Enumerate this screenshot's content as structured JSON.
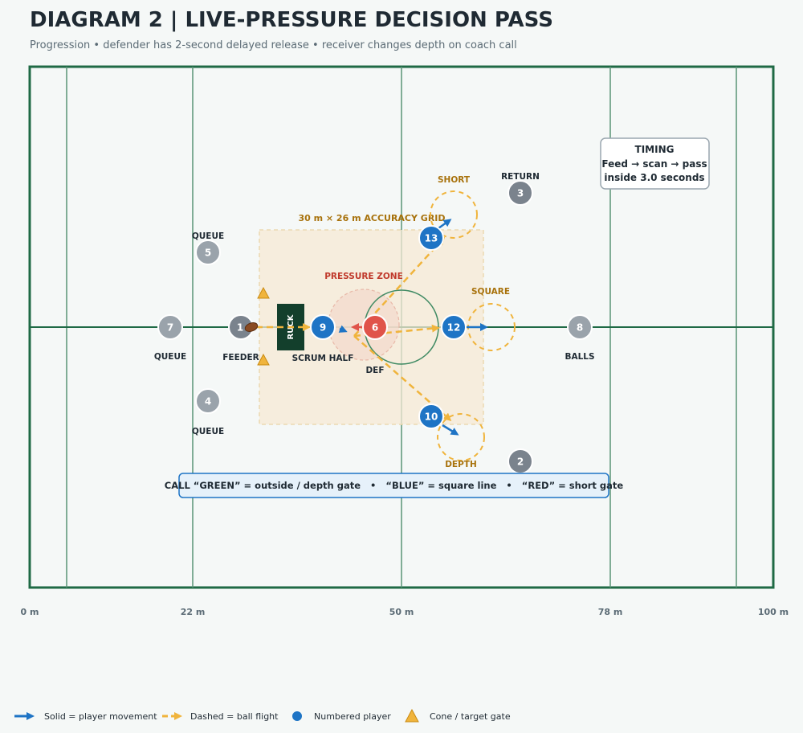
{
  "header": {
    "title": "DIAGRAM 2  |  LIVE-PRESSURE DECISION PASS",
    "subtitle": "Progression • defender has 2-second delayed release • receiver changes depth on coach call"
  },
  "colors": {
    "field_line": "#1f6a45",
    "blue_player": "#1e74c5",
    "defender": "#e0534a",
    "grey_player": "#7a838d",
    "light_grey_player": "#9aa3ab",
    "ball_flight": "#f0b43c",
    "gold_text": "#a8720c",
    "pressure_text": "#c0392b",
    "ruck": "#133f2c",
    "grid_fill": "#f5ead4"
  },
  "field": {
    "distance_labels": [
      "0 m",
      "22 m",
      "50 m",
      "78 m",
      "100 m"
    ]
  },
  "labels": {
    "grid": "30 m × 26 m ACCURACY GRID",
    "pressure_zone": "PRESSURE ZONE",
    "ruck": "RUCK",
    "short": "SHORT",
    "square": "SQUARE",
    "depth": "DEPTH",
    "return": "RETURN",
    "queue_top": "QUEUE",
    "queue_left": "QUEUE",
    "queue_bottom": "QUEUE",
    "feeder": "FEEDER",
    "scrum_half": "SCRUM HALF",
    "def": "DEF",
    "balls": "BALLS"
  },
  "players": {
    "p1": "1",
    "p2": "2",
    "p3": "3",
    "p4": "4",
    "p5": "5",
    "p6": "6",
    "p7": "7",
    "p8": "8",
    "p9": "9",
    "p10": "10",
    "p12": "12",
    "p13": "13"
  },
  "timing": {
    "title": "TIMING",
    "line1": "Feed → scan → pass",
    "line2": "inside 3.0 seconds"
  },
  "call_box": {
    "text": "CALL “GREEN” = outside / depth gate   •   “BLUE” = square line   •   “RED” = short gate"
  },
  "legend": {
    "movement": "Solid = player movement",
    "ball_flight": "Dashed = ball flight",
    "player": "Numbered player",
    "cone": "Cone / target gate"
  }
}
